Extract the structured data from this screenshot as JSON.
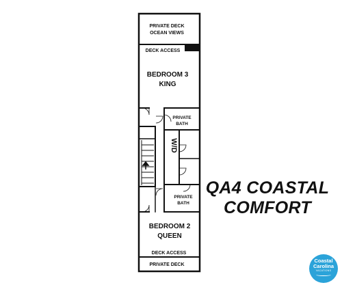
{
  "headline": {
    "line1": "QA4 COASTAL",
    "line2": "COMFORT"
  },
  "rooms": {
    "top_deck": {
      "line1": "PRIVATE DECK",
      "line2": "OCEAN VIEWS"
    },
    "upper_deck_access": "DECK ACCESS",
    "bedroom3": {
      "line1": "BEDROOM 3",
      "line2": "KING"
    },
    "bath_upper": {
      "line1": "PRIVATE",
      "line2": "BATH"
    },
    "laundry": "W/D",
    "bath_lower": {
      "line1": "PRIVATE",
      "line2": "BATH"
    },
    "bedroom2": {
      "line1": "BEDROOM 2",
      "line2": "QUEEN"
    },
    "lower_deck_access": "DECK ACCESS",
    "bottom_deck": "PRIVATE DECK"
  },
  "logo": {
    "line1": "Coastal",
    "line2": "Carolina",
    "line3": "VACATIONS"
  },
  "colors": {
    "wall": "#111111",
    "logo_bg": "#2ba3d9"
  }
}
